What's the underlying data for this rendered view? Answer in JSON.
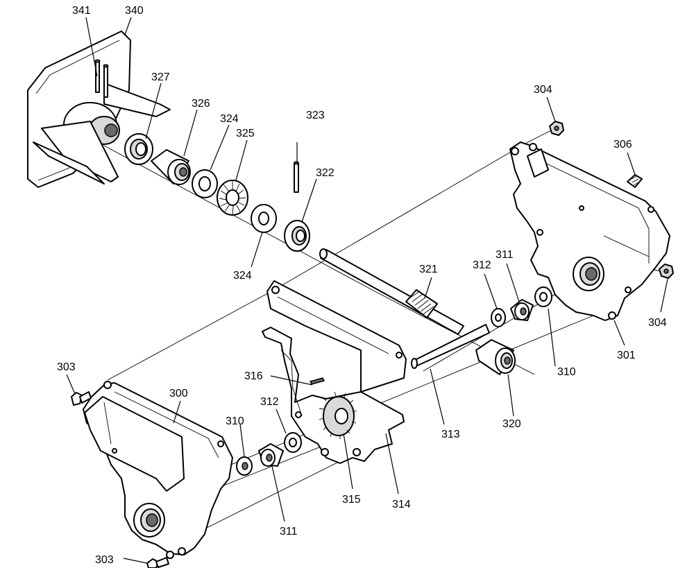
{
  "callouts": {
    "c341": "341",
    "c340": "340",
    "c327": "327",
    "c326": "326",
    "c324a": "324",
    "c325": "325",
    "c324b": "324",
    "c323": "323",
    "c322": "322",
    "c304a": "304",
    "c306": "306",
    "c304b": "304",
    "c321": "321",
    "c312a": "312",
    "c311a": "311",
    "c310a": "310",
    "c301": "301",
    "c320": "320",
    "c313": "313",
    "c316": "316",
    "c303a": "303",
    "c300": "300",
    "c312b": "312",
    "c310b": "310",
    "c315": "315",
    "c314": "314",
    "c311b": "311",
    "c303b": "303"
  }
}
